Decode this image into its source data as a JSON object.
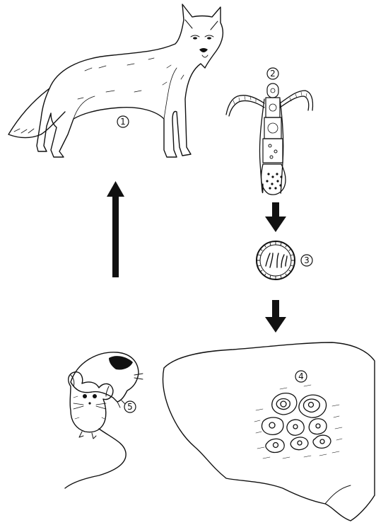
{
  "stages": [
    {
      "id": "definitive-host-fox",
      "label": "1"
    },
    {
      "id": "adult-tapeworm",
      "label": "2"
    },
    {
      "id": "egg",
      "label": "3"
    },
    {
      "id": "liver-cysts",
      "label": "4"
    },
    {
      "id": "intermediate-host-rodents",
      "label": "5"
    }
  ],
  "arrows": [
    {
      "from": "2",
      "to": "3",
      "direction": "down"
    },
    {
      "from": "3",
      "to": "4",
      "direction": "down"
    },
    {
      "from": "5",
      "to": "1",
      "direction": "up"
    }
  ],
  "colors": {
    "ink": "#111111",
    "background": "#ffffff"
  }
}
